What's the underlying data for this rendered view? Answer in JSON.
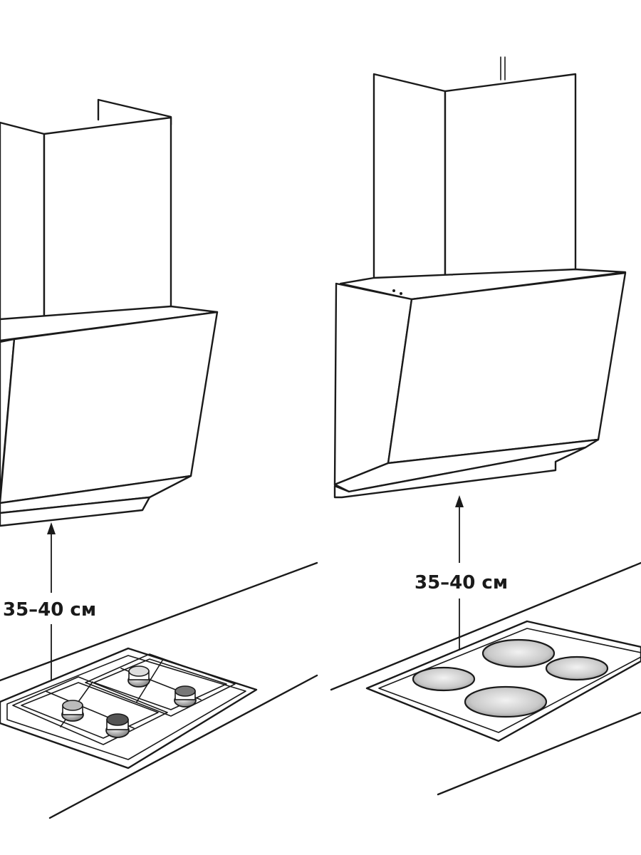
{
  "diagram": {
    "left_panel": {
      "appliance": "gas-hob",
      "clearance_label": "35–40 см"
    },
    "right_panel": {
      "appliance": "electric-hob",
      "clearance_label": "35–40 см"
    }
  },
  "colors": {
    "line": "#1a1a1a",
    "background": "#ffffff"
  }
}
